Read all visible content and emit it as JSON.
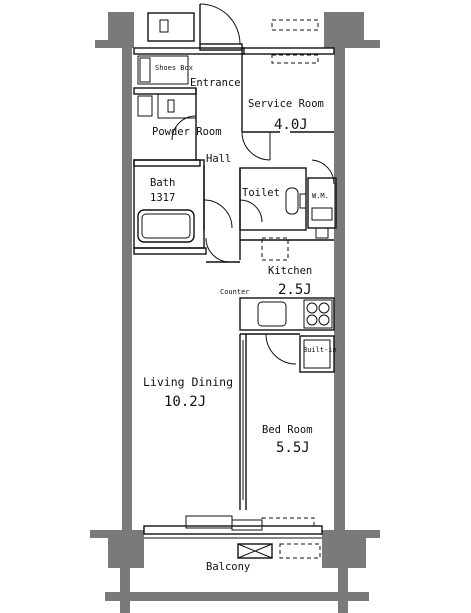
{
  "rooms": {
    "entrance": "Entrance",
    "service_room": {
      "name": "Service Room",
      "size": "4.0J"
    },
    "shoes_box": "Shoes Box",
    "powder_room": "Powder Room",
    "hall": "Hall",
    "bath": {
      "name": "Bath",
      "size": "1317"
    },
    "toilet": "Toilet",
    "washer": "W.M.",
    "kitchen": {
      "name": "Kitchen",
      "size": "2.5J"
    },
    "counter": "Counter",
    "built_in": "Built-in",
    "living_dining": {
      "name": "Living Dining",
      "size": "10.2J"
    },
    "bed_room": {
      "name": "Bed Room",
      "size": "5.5J"
    },
    "balcony": "Balcony"
  },
  "colors": {
    "walls": "#7a7a7a",
    "lines": "#111111",
    "background": "#ffffff"
  }
}
